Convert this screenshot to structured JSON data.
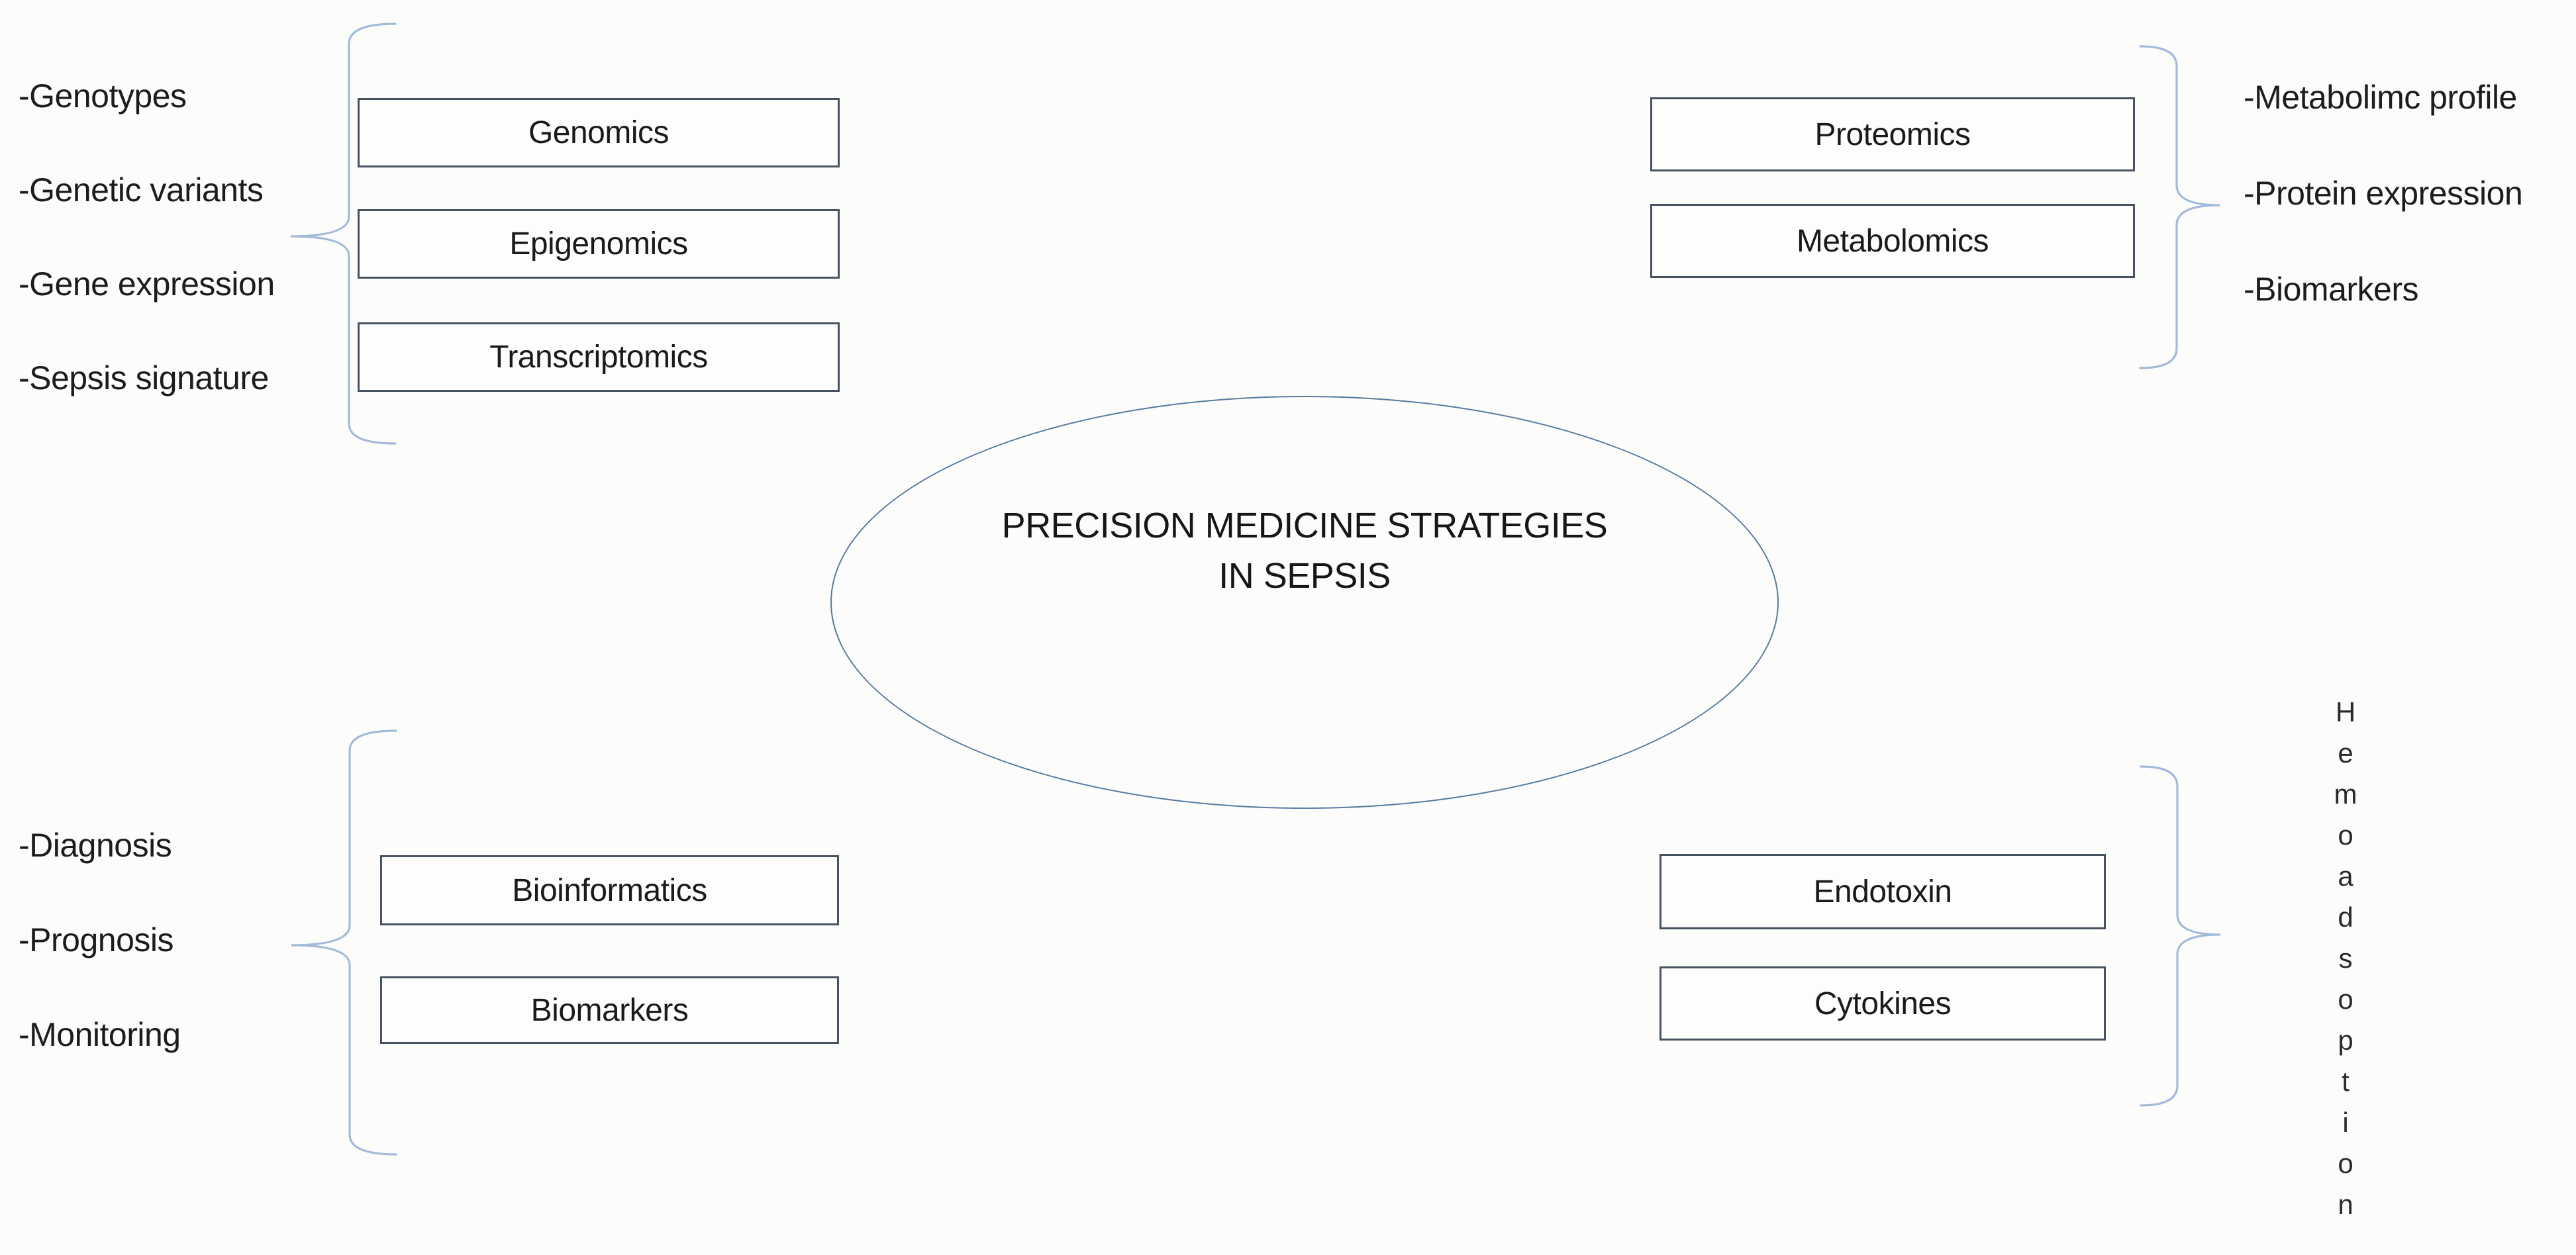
{
  "title": {
    "line1": "PRECISION MEDICINE STRATEGIES",
    "line2": "IN SEPSIS"
  },
  "genomic_group": {
    "boxes": [
      "Genomics",
      "Epigenomics",
      "Transcriptomics"
    ],
    "notes": [
      "-Genotypes",
      "-Genetic variants",
      "-Gene expression",
      "-Sepsis signature"
    ]
  },
  "proteomic_group": {
    "boxes": [
      "Proteomics",
      "Metabolomics"
    ],
    "notes": [
      "-Metabolimc profile",
      "-Protein expression",
      "-Biomarkers"
    ]
  },
  "analysis_group": {
    "boxes": [
      "Bioinformatics",
      "Biomarkers"
    ],
    "notes": [
      "-Diagnosis",
      "-Prognosis",
      "-Monitoring"
    ]
  },
  "blood_purification_group": {
    "boxes": [
      "Endotoxin",
      "Cytokines"
    ],
    "vertical_label": "Hemoadsoption"
  },
  "colors": {
    "box-border": "#46525f",
    "brace": "#a3bad8",
    "ellipse-stroke": "#567a9f",
    "text": "#1c1c1c",
    "background": "#fcfcfb"
  }
}
